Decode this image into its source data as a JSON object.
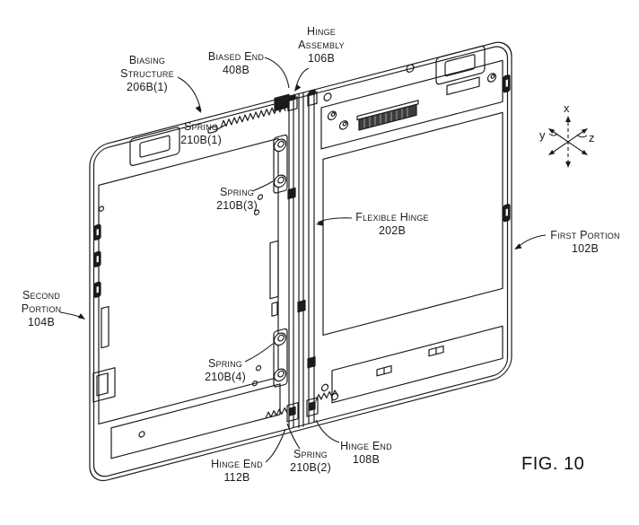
{
  "figure": {
    "caption": "FIG. 10"
  },
  "axes": {
    "x": "x",
    "y": "y",
    "z": "z"
  },
  "labels": {
    "biasing_structure": {
      "lines": [
        "Biasing",
        "Structure",
        "206B(1)"
      ]
    },
    "biased_end": {
      "lines": [
        "Biased End",
        "408B"
      ]
    },
    "hinge_assembly": {
      "lines": [
        "Hinge",
        "Assembly",
        "106B"
      ]
    },
    "spring_1": {
      "lines": [
        "Spring",
        "210B(1)"
      ]
    },
    "spring_3": {
      "lines": [
        "Spring",
        "210B(3)"
      ]
    },
    "flexible_hinge": {
      "lines": [
        "Flexible Hinge",
        "202B"
      ]
    },
    "first_portion": {
      "lines": [
        "First Portion",
        "102B"
      ]
    },
    "second_portion": {
      "lines": [
        "Second",
        "Portion",
        "104B"
      ]
    },
    "spring_4": {
      "lines": [
        "Spring",
        "210B(4)"
      ]
    },
    "hinge_end_112": {
      "lines": [
        "Hinge End",
        "112B"
      ]
    },
    "spring_2": {
      "lines": [
        "Spring",
        "210B(2)"
      ]
    },
    "hinge_end_108": {
      "lines": [
        "Hinge End",
        "108B"
      ]
    }
  },
  "colors": {
    "line": "#1b1b1b",
    "background": "#ffffff"
  }
}
